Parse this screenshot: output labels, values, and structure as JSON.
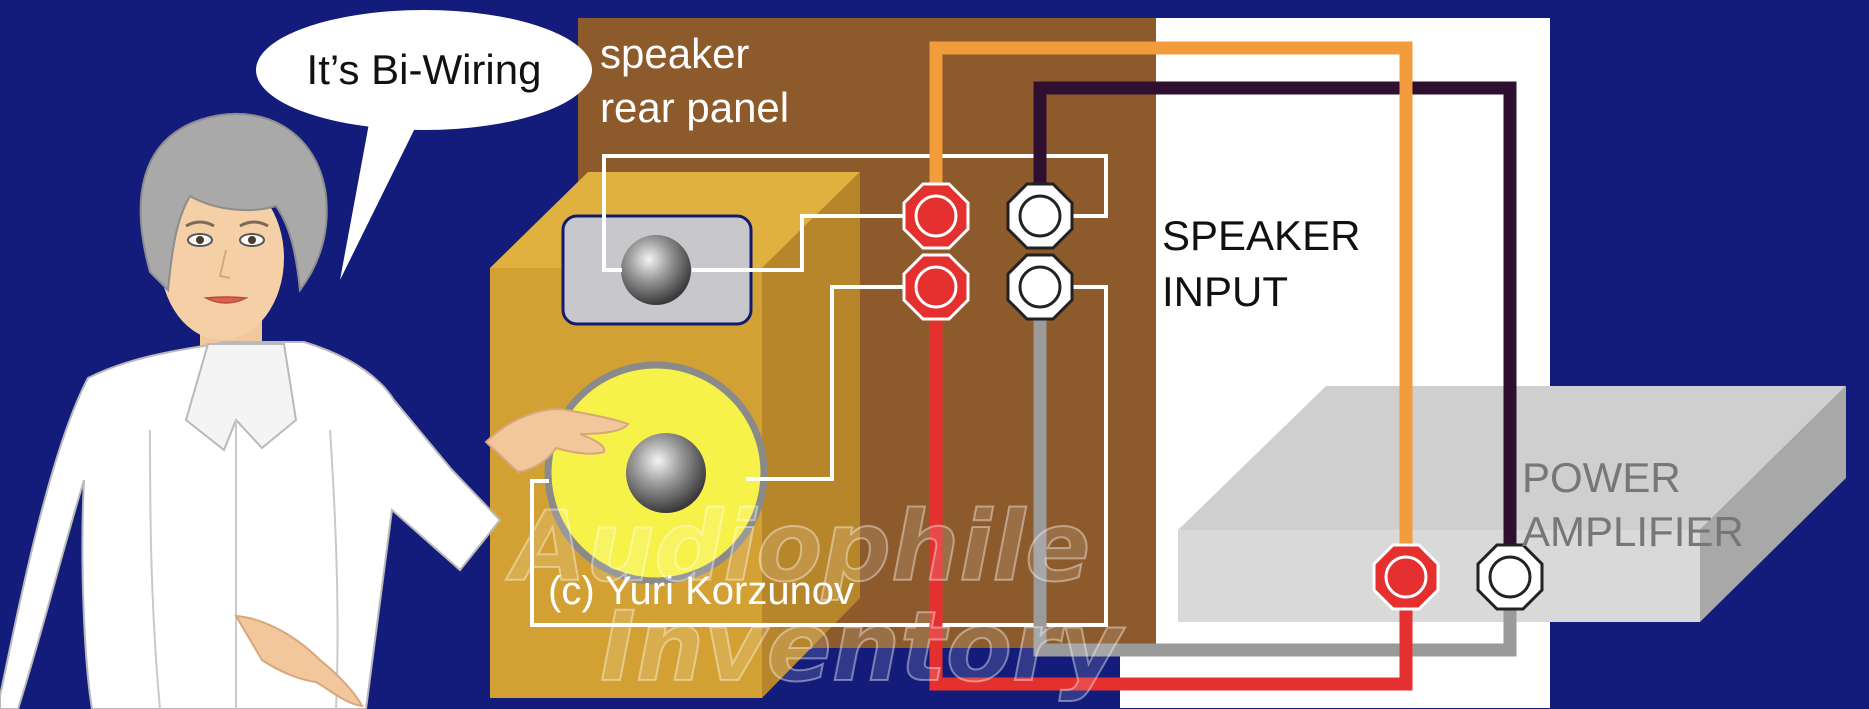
{
  "speech_bubble": {
    "text": "It’s Bi-Wiring"
  },
  "labels": {
    "rear_panel_line1": "speaker",
    "rear_panel_line2": "rear panel",
    "speaker_input_line1": "SPEAKER",
    "speaker_input_line2": "INPUT",
    "amplifier_line1": "POWER",
    "amplifier_line2": "AMPLIFIER",
    "copyright": "(c) Yuri Korzunov"
  },
  "watermark": {
    "line1": "Audiophile",
    "line2": "Inventory"
  },
  "colors": {
    "background": "#131c7a",
    "rear_panel": "#8d5a2b",
    "cabinet_front": "#d3a133",
    "cabinet_side": "#b8862a",
    "cabinet_top": "#e0b13e",
    "woofer": "#f7f24a",
    "tweeter_plate": "#c8c8cc",
    "amplifier_top": "#cfcfcf",
    "amplifier_front": "#d9d9d9",
    "amplifier_side": "#a8a8a8",
    "wire_positive_a": "#f39c3c",
    "wire_negative_a": "#2e0f30",
    "wire_positive_b": "#e53030",
    "wire_negative_b": "#9a9a9a",
    "terminal_positive": "#e53030",
    "terminal_negative": "#ffffff",
    "internal_wire": "#ffffff"
  }
}
